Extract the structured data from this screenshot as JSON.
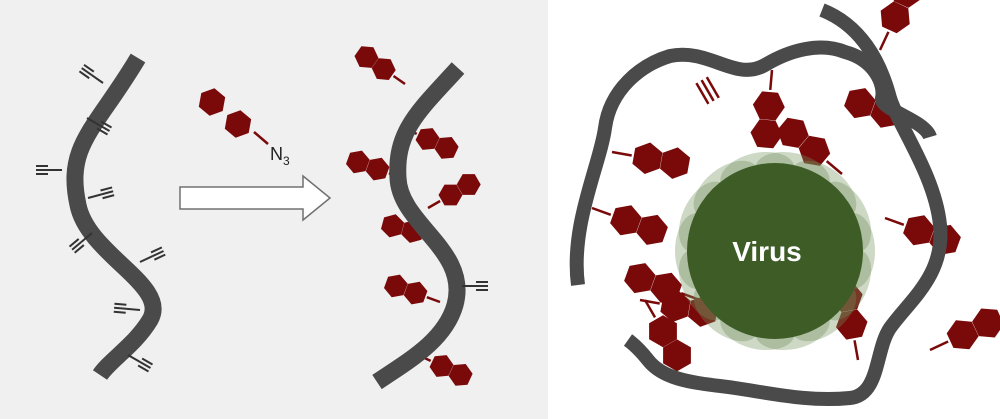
{
  "reagent": {
    "label": "N",
    "subscript": "3"
  },
  "virus": {
    "label": "Virus"
  },
  "colors": {
    "polymer": "#4a4a4a",
    "hexagon": "#7a0a0a",
    "alkyne": "#333333",
    "virus_core": "#3d5c26",
    "virus_spikes": "#6f8f5a",
    "arrow_fill": "#ffffff",
    "arrow_stroke": "#707070",
    "left_background": "#f0f0f0"
  }
}
